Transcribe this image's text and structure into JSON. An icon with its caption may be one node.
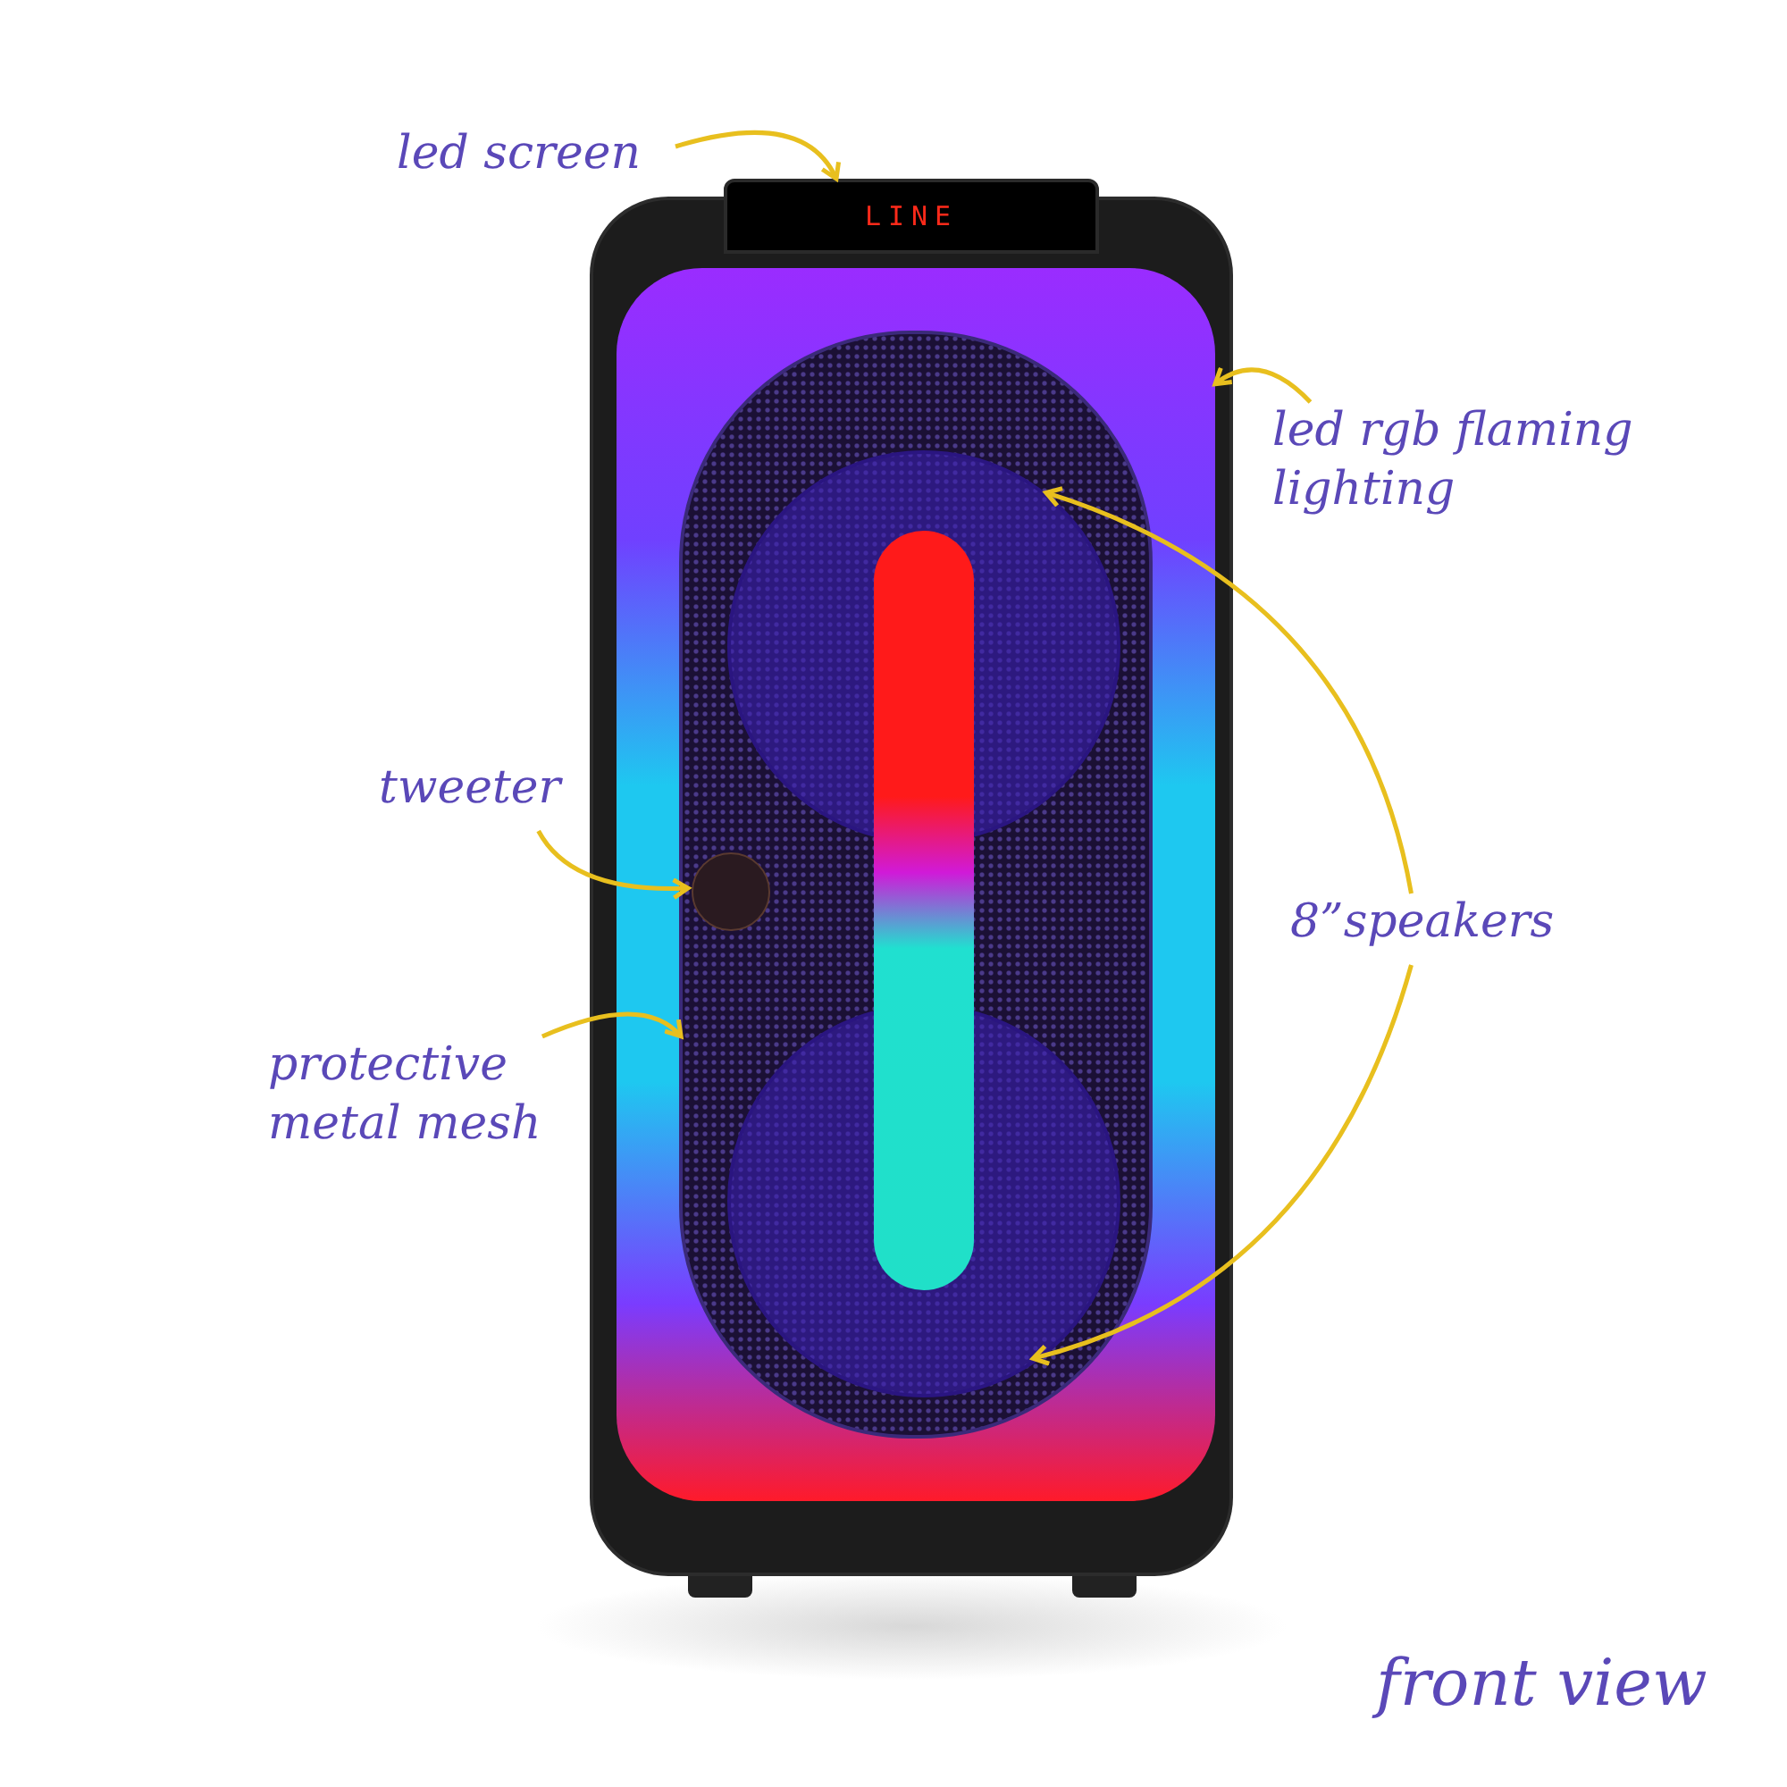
{
  "diagram": {
    "caption": "front view",
    "nodes": [
      {
        "text": [
          "led screen"
        ]
      },
      {
        "text": [
          "LINE"
        ]
      },
      {
        "text": [
          "led rgb flaming lighting"
        ]
      },
      {
        "text": [],
        "shape": "box"
      },
      {
        "text": [],
        "shape": "box",
        "in": 3
      },
      {
        "text": [
          "tweeter"
        ]
      },
      {
        "text": [],
        "shape": "circle",
        "in": 4
      },
      {
        "text": [
          "protective metal mesh"
        ]
      },
      {
        "text": [
          "8”speakers"
        ]
      },
      {
        "text": [],
        "shape": "circle",
        "in": 4
      },
      {
        "text": [],
        "shape": "circle",
        "in": 4
      },
      {
        "text": [],
        "shape": "bar",
        "in": 4
      }
    ],
    "edges": [
      {
        "from": 0,
        "to": 1,
        "arrow": "to"
      },
      {
        "from": 2,
        "to": 3,
        "arrow": "to"
      },
      {
        "from": 5,
        "to": 9,
        "arrow": "to"
      },
      {
        "from": 7,
        "to": 4,
        "arrow": "to"
      },
      {
        "from": 8,
        "to": 6,
        "arrow": "to"
      },
      {
        "from": 8,
        "to": 10,
        "arrow": "to"
      }
    ]
  }
}
